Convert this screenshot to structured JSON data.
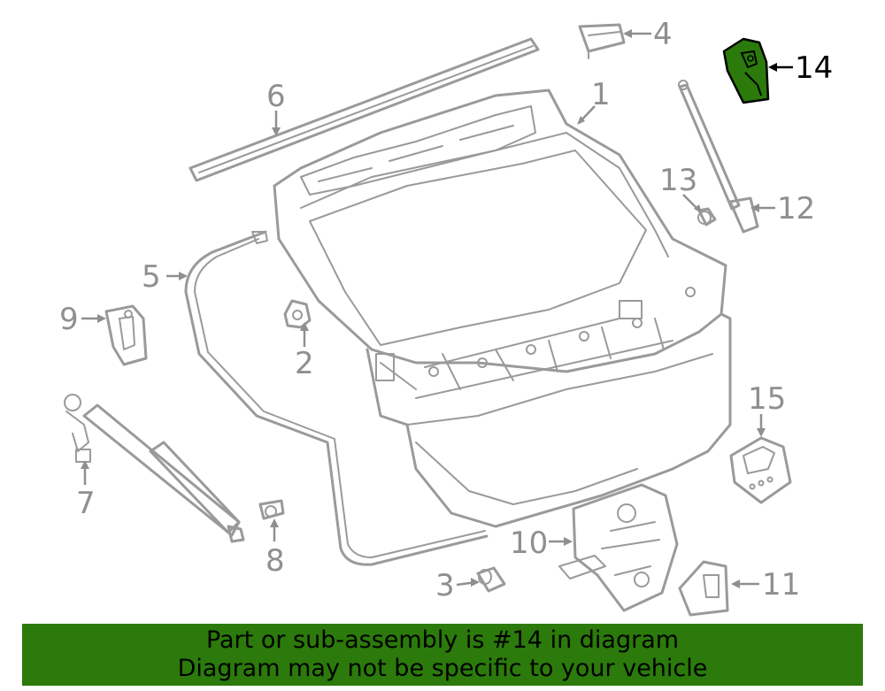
{
  "diagram": {
    "highlight_color": "#2b7a0b",
    "line_color": "#9a9a9a",
    "parts": [
      {
        "id": "part-1",
        "number": "1"
      },
      {
        "id": "part-2",
        "number": "2"
      },
      {
        "id": "part-3",
        "number": "3"
      },
      {
        "id": "part-4",
        "number": "4"
      },
      {
        "id": "part-5",
        "number": "5"
      },
      {
        "id": "part-6",
        "number": "6"
      },
      {
        "id": "part-7",
        "number": "7"
      },
      {
        "id": "part-8",
        "number": "8"
      },
      {
        "id": "part-9",
        "number": "9"
      },
      {
        "id": "part-10",
        "number": "10"
      },
      {
        "id": "part-11",
        "number": "11"
      },
      {
        "id": "part-12",
        "number": "12"
      },
      {
        "id": "part-13",
        "number": "13"
      },
      {
        "id": "part-14",
        "number": "14",
        "highlighted": true
      },
      {
        "id": "part-15",
        "number": "15"
      }
    ]
  },
  "banner": {
    "line1": "Part or sub-assembly is #14 in diagram",
    "line2": "Diagram may not be specific to your vehicle",
    "background": "#2b7a0b"
  }
}
